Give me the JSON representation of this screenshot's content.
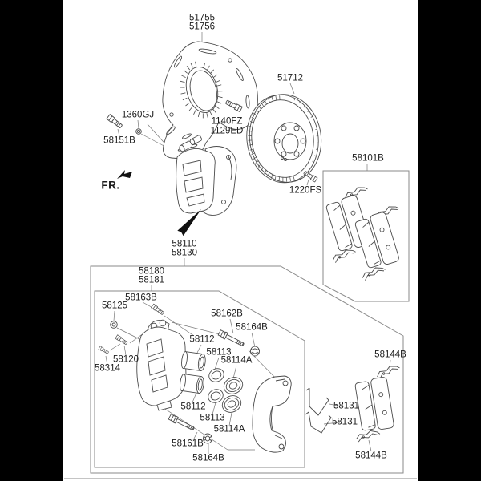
{
  "diagram": {
    "direction_label": "FR.",
    "parts": {
      "dust_shield": {
        "line1": "51755",
        "line2": "51756"
      },
      "brake_disc": "51712",
      "shield_mount_nut": "1360GJ",
      "shield_mount_bolt": "58151B",
      "mount_bolt_1": "1140FZ",
      "mount_bolt_2": "1129ED",
      "disc_set_screw": "1220FS",
      "pad_kit": "58101B",
      "caliper_assembly": {
        "line1": "58110",
        "line2": "58130"
      },
      "caliper_body_kit": {
        "line1": "58180",
        "line2": "58181"
      },
      "guide_bolt": "58163B",
      "dust_cap": "58125",
      "guide_rod_upper": "58162B",
      "rod_boot": "58164B",
      "piston": "58112",
      "piston_seal": "58113",
      "piston_boot": "58114A",
      "bleeder_screw": "58120",
      "set_screw": "58314",
      "guide_rod_lower": "58161B",
      "pad_spring": "58131",
      "pad_shim": "58144B"
    }
  }
}
